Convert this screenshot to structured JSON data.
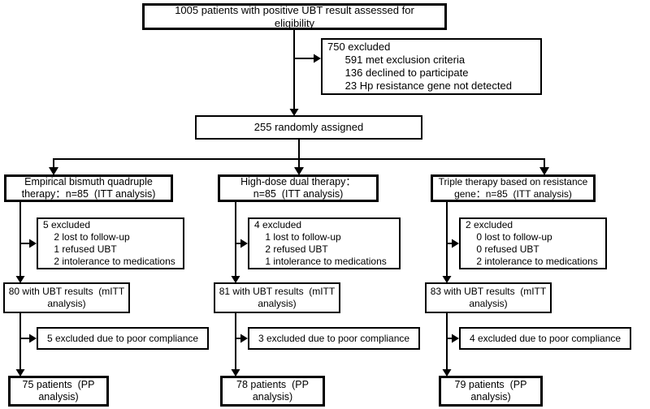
{
  "figure": {
    "top_box": "1005 patients with positive UBT result assessed for\neligibility",
    "excluded_box": "750 excluded\n      591 met exclusion criteria\n      136 declined to participate\n      23 Hp resistance gene not detected",
    "randomized_box": "255 randomly assigned",
    "arms": [
      {
        "id": "empirical-bismuth-quadruple-therapy",
        "header": "Empirical bismuth quadruple\ntherapy：n=85  (ITT analysis)",
        "excluded": "5 excluded\n    2 lost to follow-up\n    1 refused UBT\n    2 intolerance to medications",
        "mitt": "80 with UBT results  (mITT\nanalysis)",
        "poor_compliance": "5 excluded due to poor compliance",
        "pp": "75 patients  (PP\nanalysis)"
      },
      {
        "id": "high-dose-dual-therapy",
        "header": "High-dose dual therapy：\nn=85  (ITT analysis)",
        "excluded": "4 excluded\n    1 lost to follow-up\n    2 refused UBT\n    1 intolerance to medications",
        "mitt": "81 with UBT results  (mITT\nanalysis)",
        "poor_compliance": "3 excluded due to poor compliance",
        "pp": "78 patients  (PP\nanalysis)"
      },
      {
        "id": "triple-therapy-resistance-gene",
        "header": "Triple therapy based on resistance\ngene：n=85  (ITT analysis)",
        "excluded": "2 excluded\n    0 lost to follow-up\n    0 refused UBT\n    2 intolerance to medications",
        "mitt": "83 with UBT results  (mITT\nanalysis)",
        "poor_compliance": "4 excluded due to poor compliance",
        "pp": "79 patients  (PP\nanalysis)"
      }
    ]
  }
}
